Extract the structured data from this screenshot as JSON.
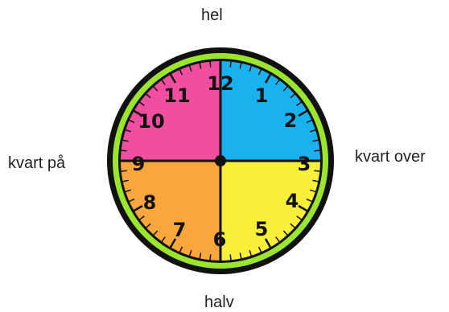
{
  "labels": {
    "top": "hel",
    "right": "kvart over",
    "bottom": "halv",
    "left": "kvart på"
  },
  "clock": {
    "numbers": [
      "1",
      "2",
      "3",
      "4",
      "5",
      "6",
      "7",
      "8",
      "9",
      "10",
      "11",
      "12"
    ],
    "colors": {
      "rim": "#111111",
      "ring": "#9be52e",
      "quarter_top_left": "#ef4f9e",
      "quarter_top_right": "#1ab2ee",
      "quarter_bottom_right": "#f7ef3a",
      "quarter_bottom_left": "#f9a73d",
      "divider": "#111111"
    }
  }
}
